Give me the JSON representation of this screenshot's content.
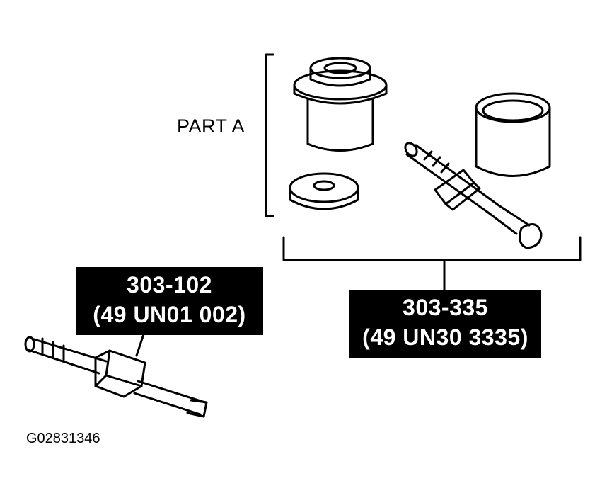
{
  "part_a_label": "PART A",
  "tools": [
    {
      "number": "303-102",
      "code": "(49 UN01 002)"
    },
    {
      "number": "303-335",
      "code": "(49 UN30 3335)"
    }
  ],
  "figure_id": "G02831346",
  "colors": {
    "ink": "#000000",
    "paper": "#ffffff"
  }
}
